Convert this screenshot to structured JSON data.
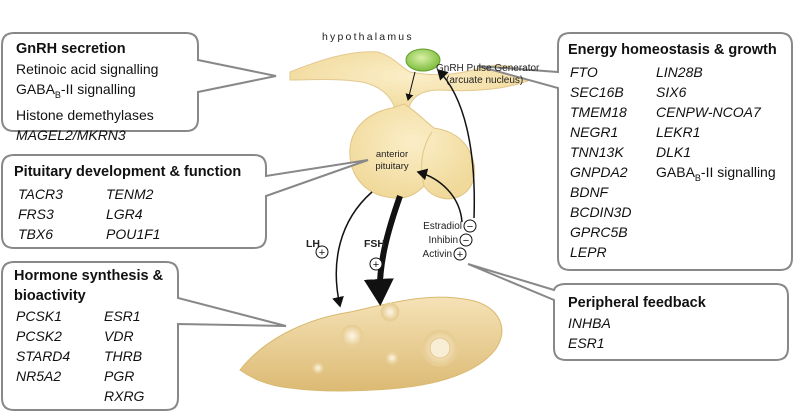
{
  "diagram": {
    "top_label": "hypothalamus",
    "pulse_generator": {
      "line1": "GnRH Pulse Generator",
      "line2": "(arcuate nucleus)"
    },
    "pituitary": {
      "line1": "anterior",
      "line2": "pituitary"
    },
    "hormones": {
      "lh": "LH",
      "fsh": "FSH",
      "plus": "+",
      "minus": "−"
    },
    "feedback_signals": [
      "Estradiol",
      "Inhibin",
      "Activin"
    ]
  },
  "boxes": {
    "gnrh": {
      "title": "GnRH secretion",
      "items": [
        "Retinoic acid signalling",
        "GABA",
        "B",
        "-II signalling",
        "Histone demethylases",
        "MAGEL2/MKRN3"
      ]
    },
    "pituitary": {
      "title": "Pituitary development & function",
      "col1": [
        "TACR3",
        "FRS3",
        "TBX6"
      ],
      "col2": [
        "TENM2",
        "LGR4",
        "POU1F1"
      ]
    },
    "hormone": {
      "title_line1": "Hormone synthesis &",
      "title_line2": "bioactivity",
      "col1": [
        "PCSK1",
        "PCSK2",
        "STARD4",
        "NR5A2"
      ],
      "col2": [
        "ESR1",
        "VDR",
        "THRB",
        "PGR",
        "RXRG"
      ]
    },
    "energy": {
      "title": "Energy homeostasis & growth",
      "col1": [
        "FTO",
        "SEC16B",
        "TMEM18",
        "NEGR1",
        "TNN13K",
        "GNPDA2",
        "BDNF",
        "BCDIN3D",
        "GPRC5B",
        "LEPR"
      ],
      "col2": [
        "LIN28B",
        "SIX6",
        "CENPW-NCOA7",
        "LEKR1",
        "DLK1"
      ],
      "gaba_prefix": "GABA",
      "gaba_sub": "B",
      "gaba_suffix": "-II signalling"
    },
    "peripheral": {
      "title": "Peripheral feedback",
      "items": [
        "INHBA",
        "ESR1"
      ]
    }
  }
}
